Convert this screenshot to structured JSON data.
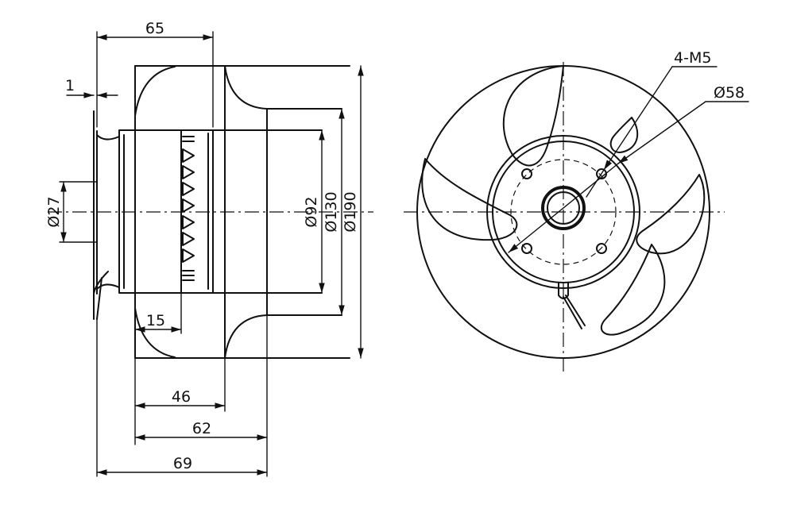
{
  "side_view": {
    "dim_65": "65",
    "dim_1": "1",
    "dim_27": "Ø27",
    "dim_15": "15",
    "dim_46": "46",
    "dim_62": "62",
    "dim_69": "69",
    "dim_92": "Ø92",
    "dim_130": "Ø130",
    "dim_190": "Ø190"
  },
  "front_view": {
    "label_holes": "4-M5",
    "label_pcd": "Ø58"
  },
  "colors": {
    "ink": "#111111",
    "paper": "#ffffff"
  }
}
